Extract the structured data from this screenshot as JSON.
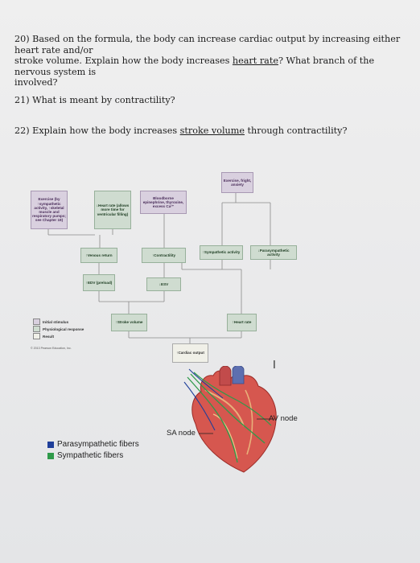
{
  "questions": {
    "q20_line1": "20) Based on the formula, the body can increase cardiac output by increasing either heart rate and/or",
    "q20_line2_a": "stroke volume.  Explain how the body increases ",
    "q20_line2_u": "heart rate",
    "q20_line2_b": "? What branch of the nervous system is",
    "q20_line3": "involved?",
    "q21": "21) What is meant by contractility?",
    "q22_a": "22) Explain how the body increases ",
    "q22_u": "stroke volume",
    "q22_b": " through contractility?"
  },
  "flowchart": {
    "exercise_left": "Exercise (by ↑sympathetic activity, ↑skeletal muscle and respiratory pumps; see Chapter 19)",
    "heart_rate_left": "↓Heart rate (allows more time for ventricular filling)",
    "bloodborne": "Bloodborne epinephrine, thyroxine, excess Ca²⁺",
    "exercise_right": "Exercise, fright, anxiety",
    "venous_return": "↑Venous return",
    "contractility": "↑Contractility",
    "symp_activity": "↑Sympathetic activity",
    "parasymp_activity": "↓Parasympathetic activity",
    "edv": "↑EDV (preload)",
    "esv": "↓ESV",
    "stroke_volume": "↑Stroke volume",
    "heart_rate_right": "↑Heart rate",
    "cardiac_output": "↑Cardiac output",
    "legend_initial": "Initial stimulus",
    "legend_physio": "Physiological response",
    "legend_result": "Result",
    "copyright": "© 2013 Pearson Education, Inc."
  },
  "heart": {
    "av_node": "AV node",
    "sa_node": "SA node"
  },
  "fibers": {
    "parasympathetic": "Parasympathetic fibers",
    "sympathetic": "Sympathetic fibers",
    "para_color": "#1f3f9a",
    "symp_color": "#2f9a4a"
  },
  "cursor": "I"
}
